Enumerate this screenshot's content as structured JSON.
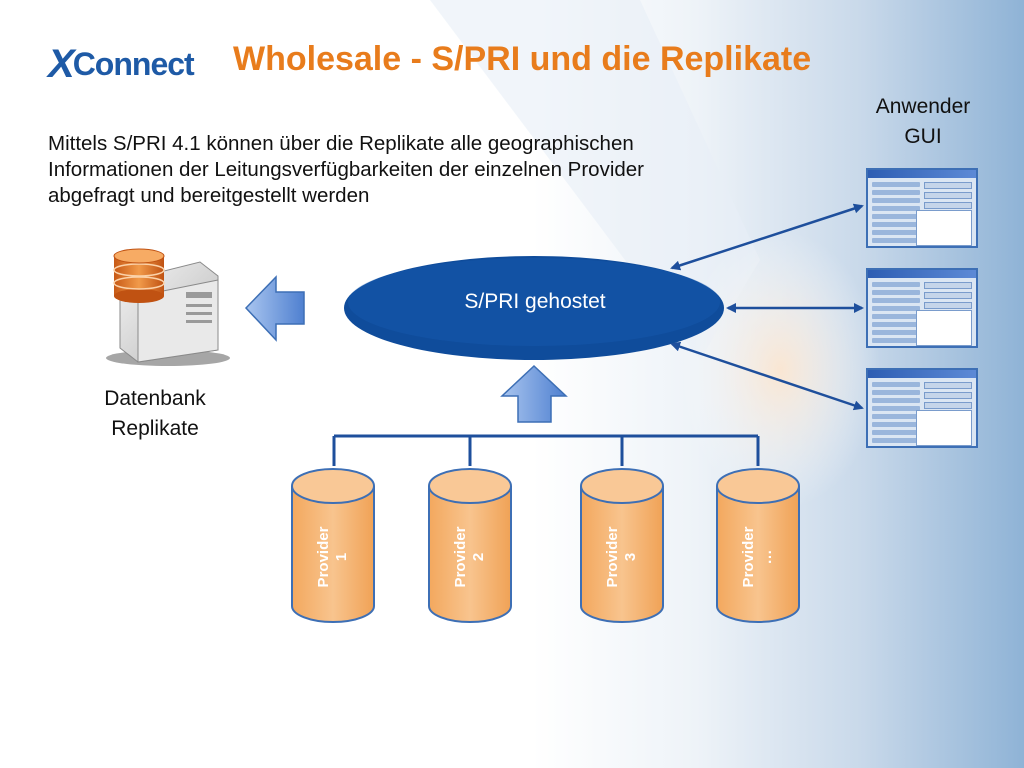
{
  "logo": {
    "x": "X",
    "rest": "Connect"
  },
  "title": "Wholesale - S/PRI und die Replikate",
  "intro": {
    "line1": "Mittels S/PRI 4.1 können über die Replikate alle geographischen",
    "line2": "Informationen der Leitungsverfügbarkeiten der einzelnen Provider",
    "line3": "abgefragt und bereitgestellt werden"
  },
  "gui_label": {
    "line1": "Anwender",
    "line2": "GUI"
  },
  "db_label": {
    "line1": "Datenbank",
    "line2": "Replikate"
  },
  "center": {
    "label": "S/PRI gehostet"
  },
  "providers": [
    {
      "name": "Provider",
      "num": "1"
    },
    {
      "name": "Provider",
      "num": "2"
    },
    {
      "name": "Provider",
      "num": "3"
    },
    {
      "name": "Provider",
      "num": "…"
    }
  ],
  "colors": {
    "title": "#e87c1c",
    "ellipse": "#0f4c9b",
    "cylinder": "#f6b26b",
    "arrow_fill": "#6e9be0",
    "connector": "#1e4f9c"
  }
}
